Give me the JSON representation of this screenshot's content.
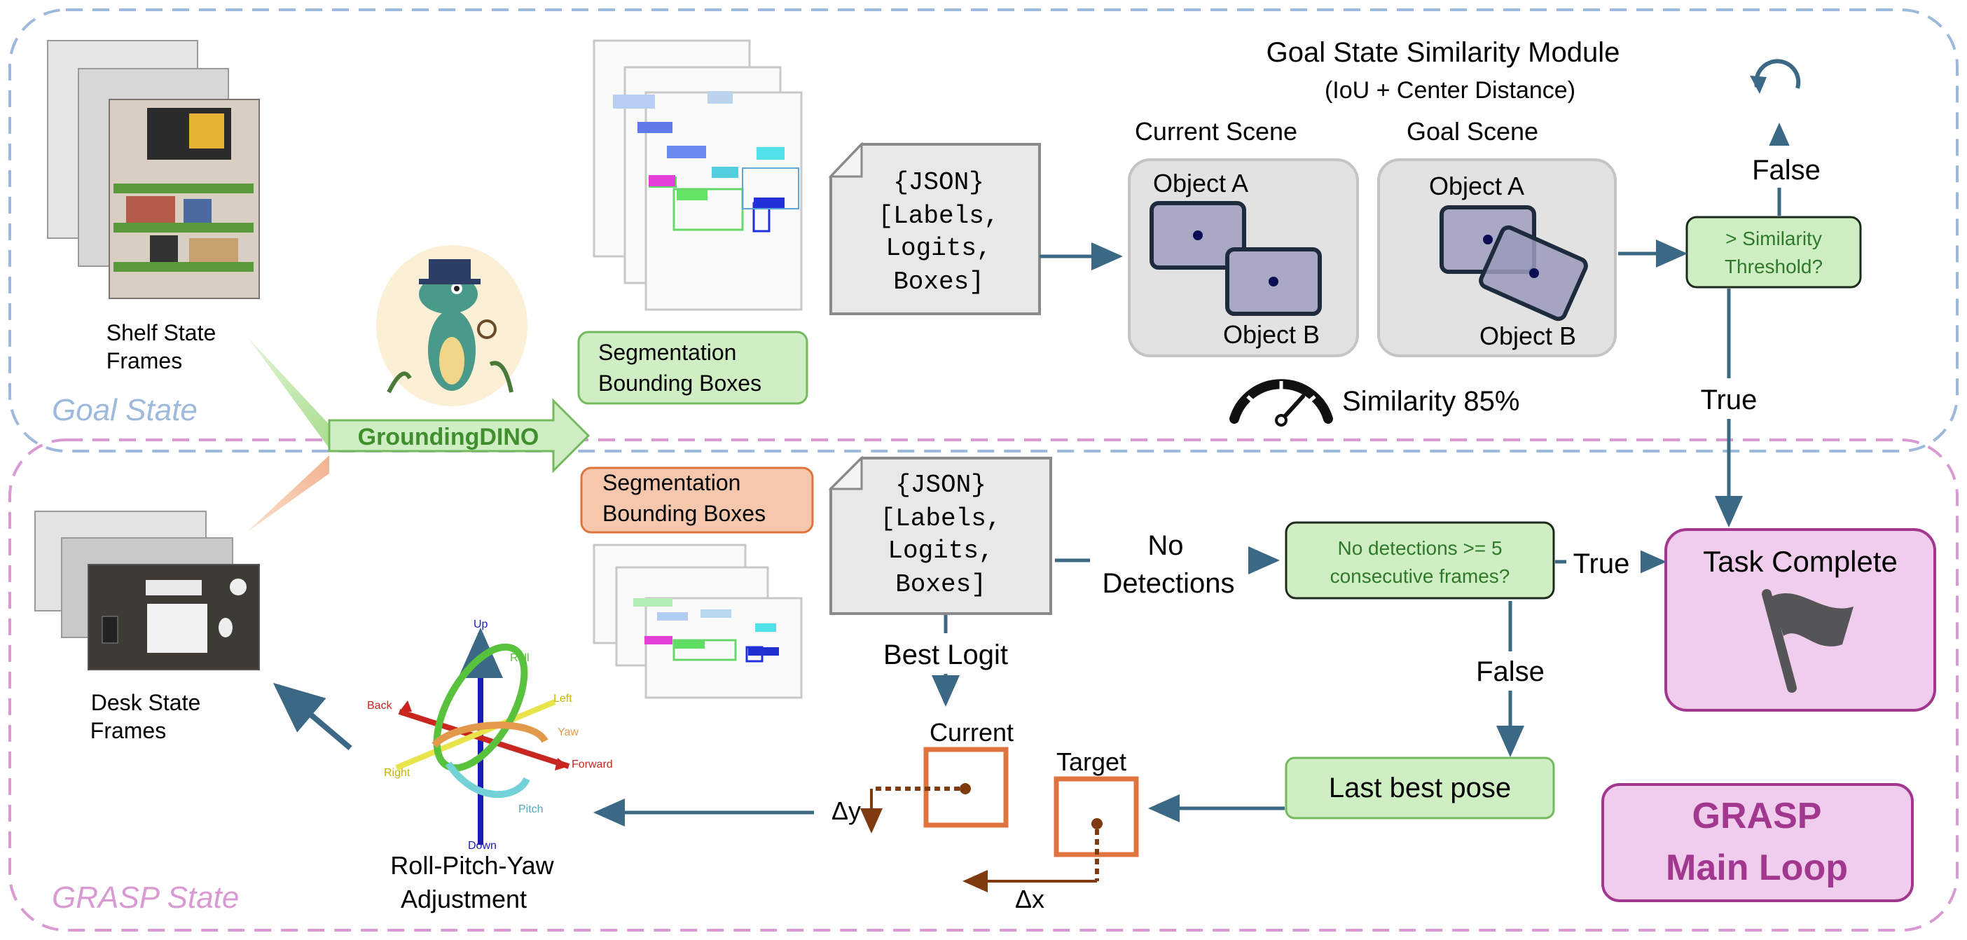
{
  "regions": {
    "goal_state": "Goal State",
    "grasp_state": "GRASP State"
  },
  "shelf_frames": {
    "line1": "Shelf State",
    "line2": "Frames"
  },
  "desk_frames": {
    "line1": "Desk State",
    "line2": "Frames"
  },
  "grounding_dino": "GroundingDINO",
  "seg_top": {
    "line1": "Segmentation",
    "line2": "Bounding Boxes"
  },
  "seg_bottom": {
    "line1": "Segmentation",
    "line2": "Bounding Boxes"
  },
  "json_top": [
    "{JSON}",
    "[Labels,",
    "Logits,",
    "Boxes]"
  ],
  "json_bottom": [
    "{JSON}",
    "[Labels,",
    "Logits,",
    "Boxes]"
  ],
  "module": {
    "title": "Goal State Similarity Module",
    "subtitle": "(IoU + Center Distance)",
    "current_scene": "Current Scene",
    "goal_scene": "Goal Scene",
    "object_a": "Object A",
    "object_b": "Object B",
    "similarity": "Similarity 85%"
  },
  "threshold": {
    "line1": "> Similarity",
    "line2": "Threshold?"
  },
  "labels": {
    "false_top": "False",
    "true_vertical": "True",
    "no_detections_1": "No",
    "no_detections_2": "Detections",
    "true_right": "True",
    "false_mid": "False",
    "best_logit": "Best Logit",
    "current": "Current",
    "target": "Target",
    "delta_y": "Δy",
    "delta_x": "Δx"
  },
  "no_det_box": {
    "line1": "No detections >= 5",
    "line2": "consecutive frames?"
  },
  "task_complete": "Task Complete",
  "last_best_pose": "Last best pose",
  "grasp_loop": {
    "line1": "GRASP",
    "line2": "Main Loop"
  },
  "rpy": {
    "line1": "Roll-Pitch-Yaw",
    "line2": "Adjustment",
    "axes": {
      "up": "Up",
      "down": "Down",
      "roll": "Roll",
      "left": "Left",
      "back": "Back",
      "yaw": "Yaw",
      "forward": "Forward",
      "right": "Right",
      "pitch": "Pitch"
    }
  },
  "colors": {
    "goal_region": "#9db9db",
    "grasp_region": "#d99ad3",
    "green_fill": "#cfeec4",
    "green_stroke": "#74b95e",
    "orange_fill": "#f5c8ae",
    "orange_stroke": "#e0743f",
    "pink_fill": "#f0cdec",
    "pink_stroke": "#a2378f",
    "arrow": "#3b6885",
    "delta": "#7f3a10"
  }
}
